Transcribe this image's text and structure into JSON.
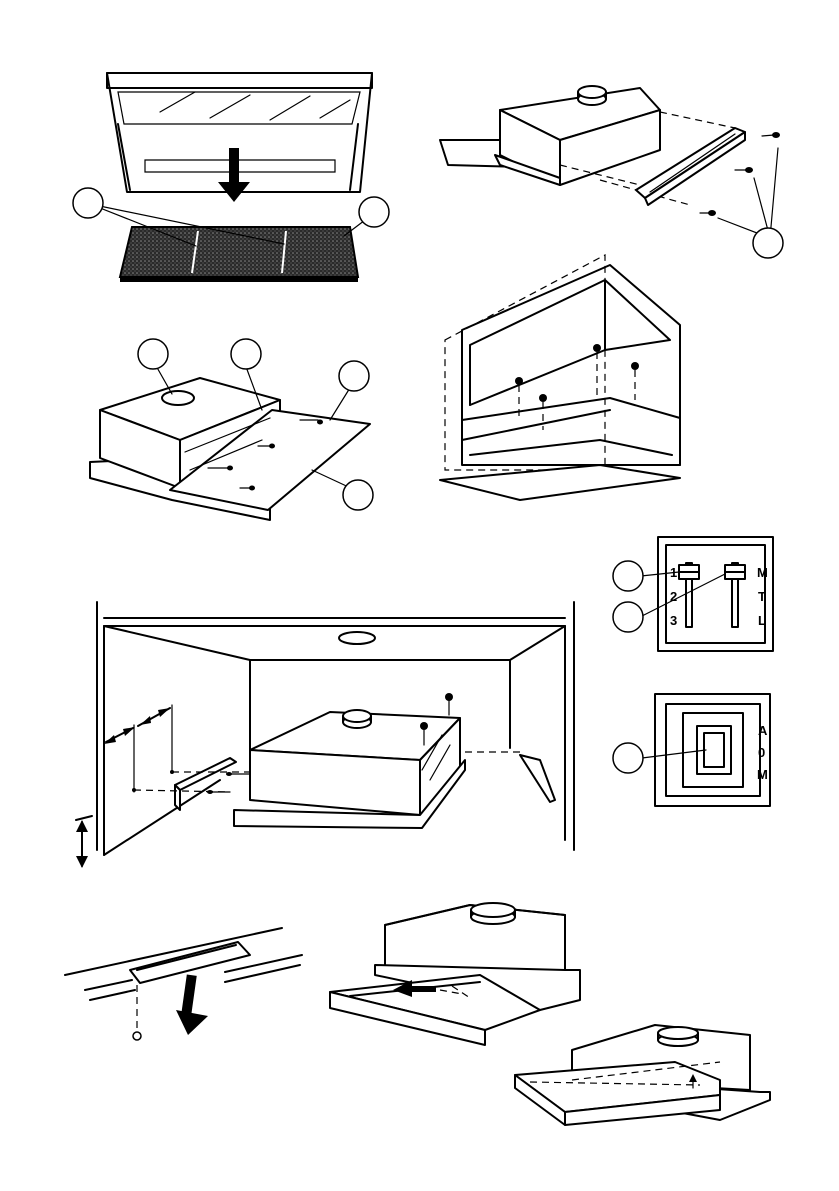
{
  "switch_panel_1": {
    "left_labels": [
      "1",
      "2",
      "3"
    ],
    "right_labels": [
      "M",
      "T",
      "L"
    ]
  },
  "switch_panel_2": {
    "right_labels": [
      "A",
      "0",
      "M"
    ]
  }
}
